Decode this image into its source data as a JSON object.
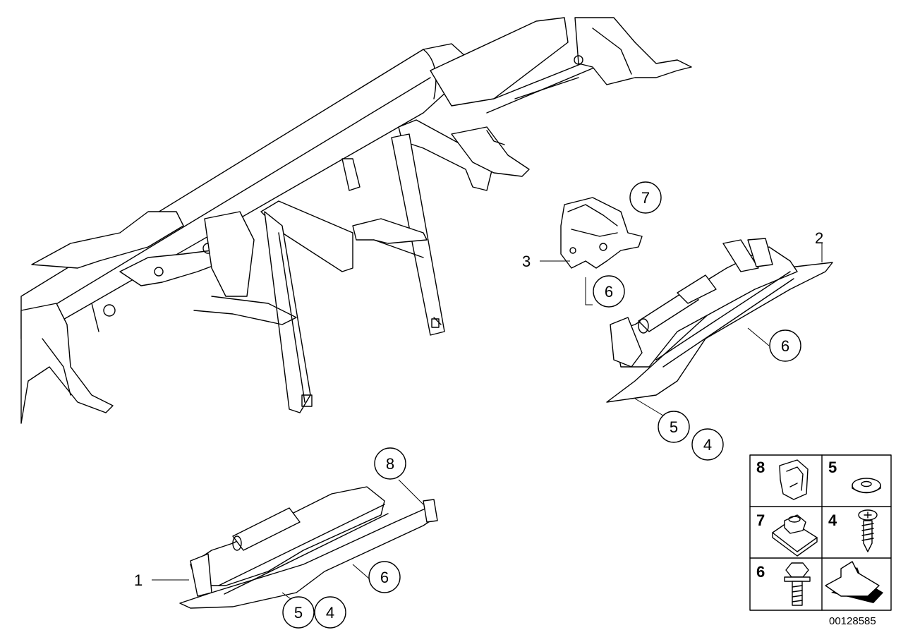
{
  "callouts": {
    "part1": "1",
    "part2": "2",
    "part3": "3",
    "upper_7": "7",
    "upper_6a": "6",
    "right_6": "6",
    "right_5": "5",
    "right_4": "4",
    "lower_8": "8",
    "lower_6": "6",
    "lower_5": "5",
    "lower_4": "4"
  },
  "legend": {
    "cells": [
      {
        "number": "8",
        "item": "clip-icon"
      },
      {
        "number": "5",
        "item": "washer-icon"
      },
      {
        "number": "7",
        "item": "nut-icon"
      },
      {
        "number": "4",
        "item": "screw-icon"
      },
      {
        "number": "6",
        "item": "bolt-icon"
      },
      {
        "number": "",
        "item": "arrow-icon"
      }
    ]
  },
  "document_number": "00128585"
}
